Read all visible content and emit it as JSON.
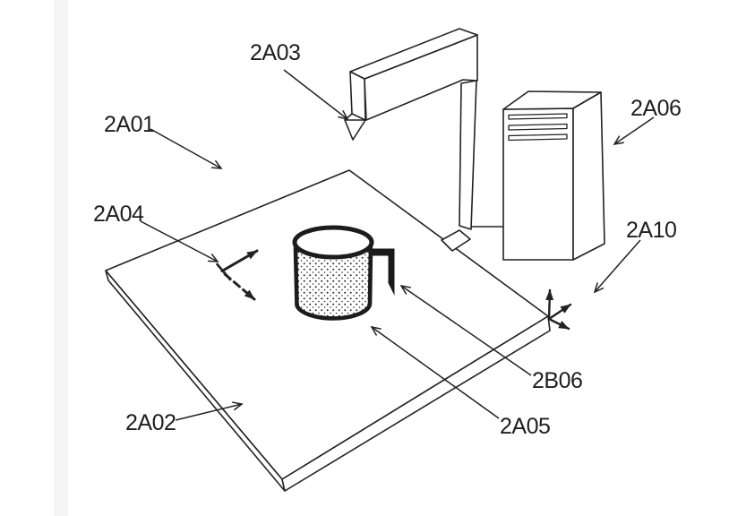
{
  "figure": {
    "background_color": "#ffffff",
    "line_color": "#222222",
    "handle_fill_color": "#191919",
    "texture": "stipple-dots",
    "labels": [
      {
        "text": "2A01"
      },
      {
        "text": "2A02"
      },
      {
        "text": "2A03"
      },
      {
        "text": "2A04"
      },
      {
        "text": "2A05"
      },
      {
        "text": "2A06"
      },
      {
        "text": "2A10"
      },
      {
        "text": "2B06"
      }
    ]
  }
}
